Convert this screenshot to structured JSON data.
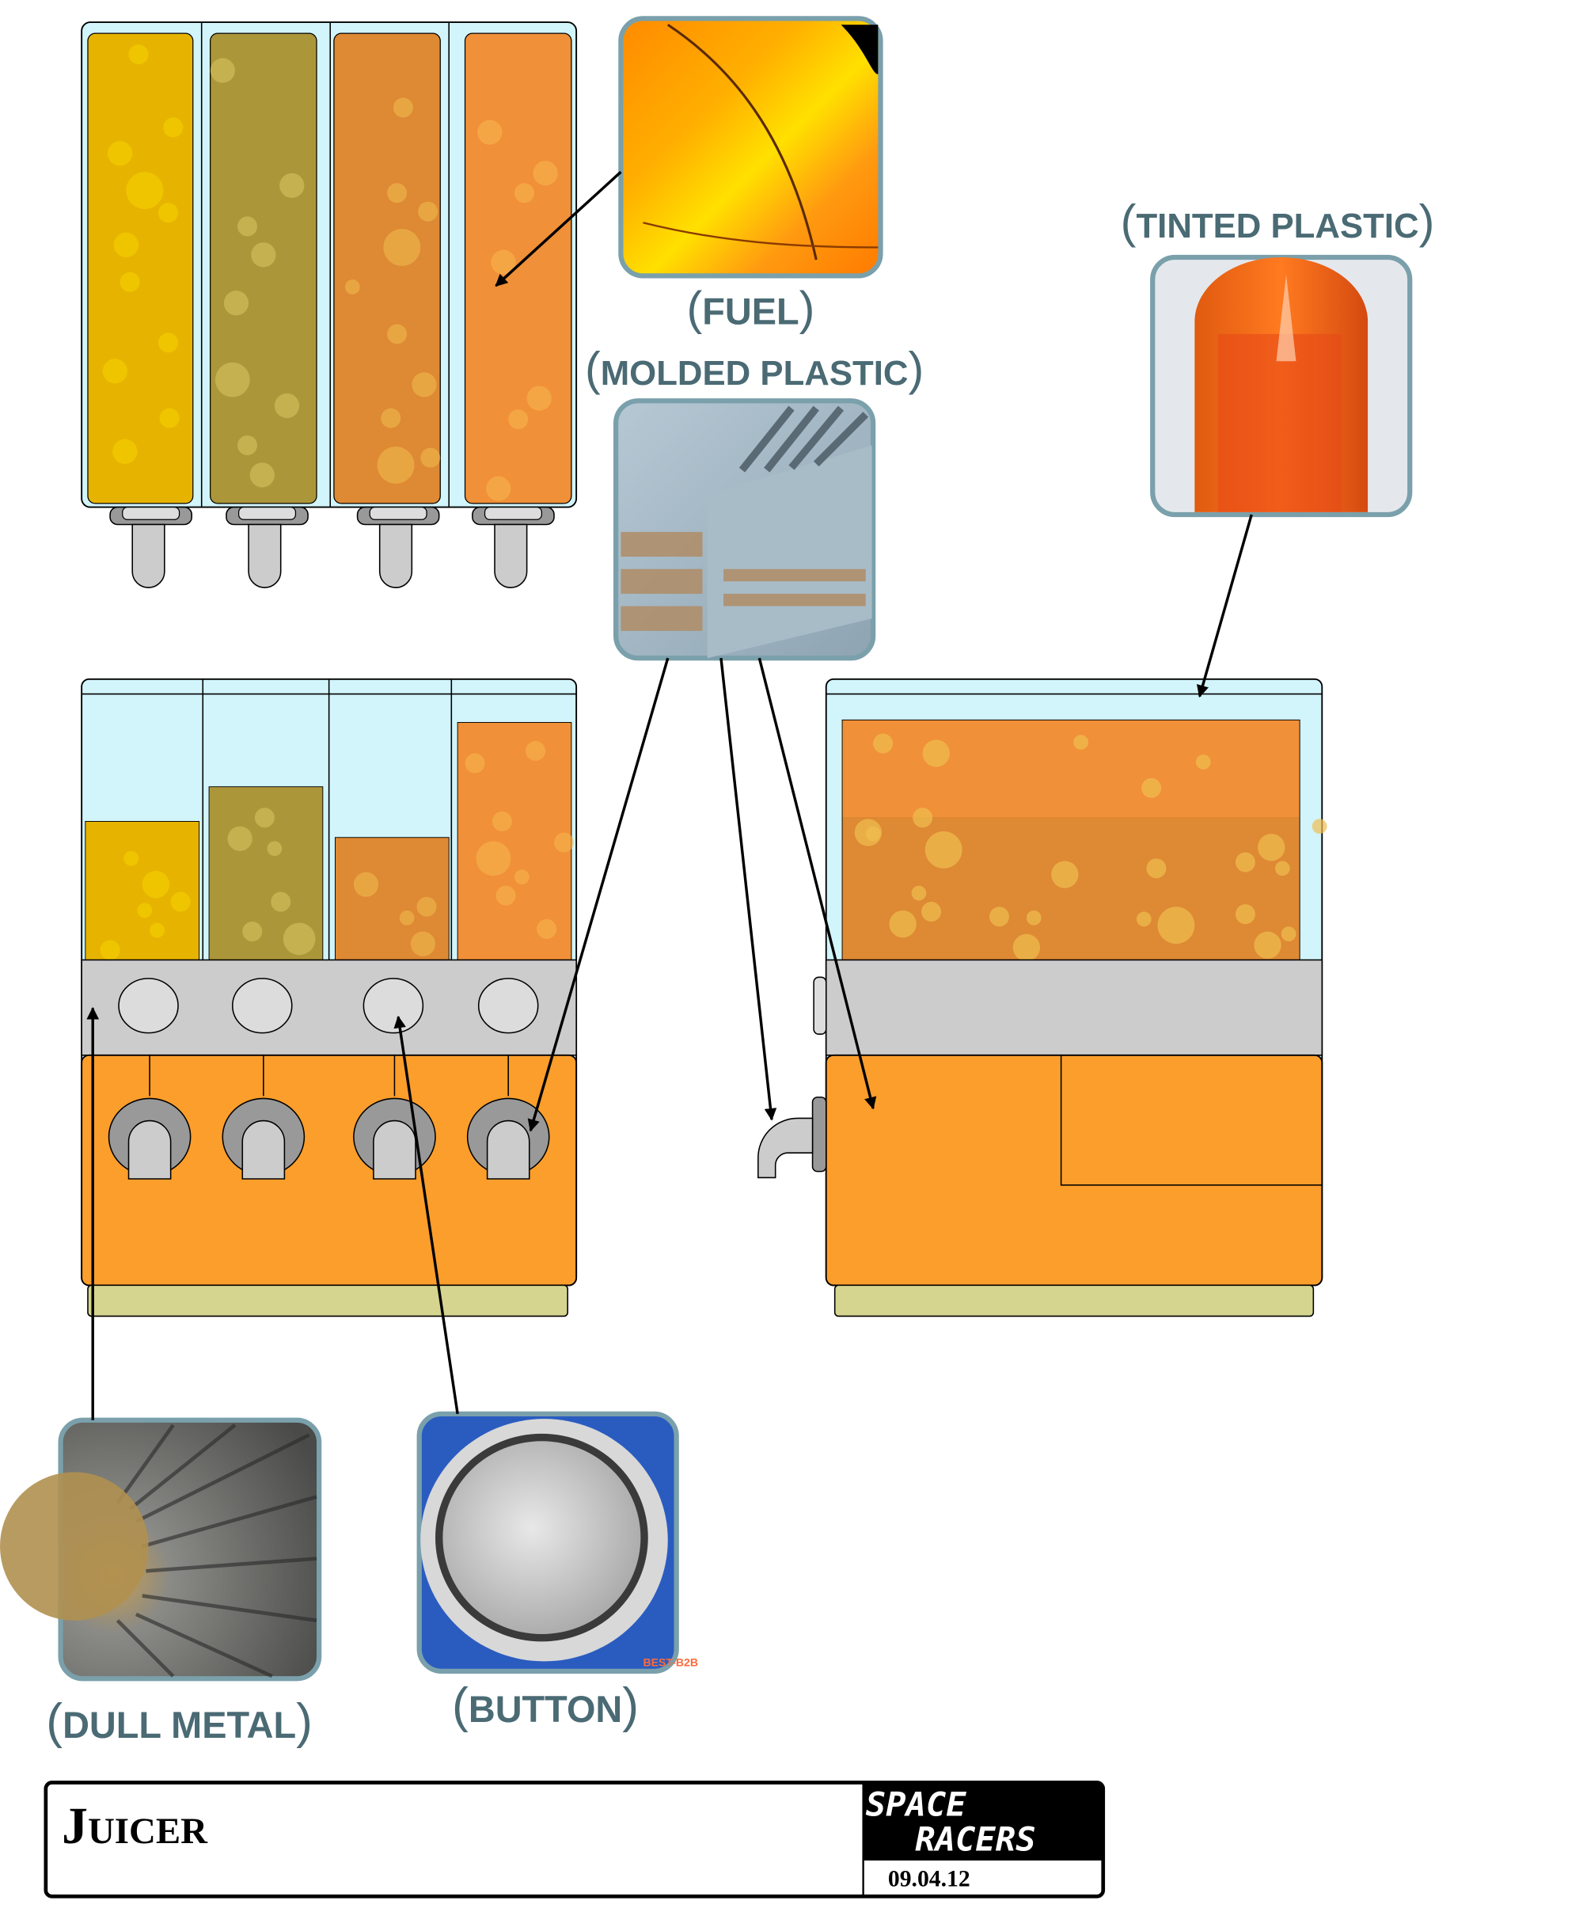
{
  "colors": {
    "tank_glass": "#d2f4fb",
    "juice_yellow": "#e6b400",
    "juice_olive": "#ac963a",
    "juice_orange_dark": "#de8934",
    "juice_orange": "#f09038",
    "body_orange": "#fc9e2b",
    "control_band": "#cccccc",
    "base": "#d5d590",
    "label_text": "#4a6a74",
    "swatch_border": "#7aa0ab"
  },
  "materials": [
    {
      "id": "fuel",
      "label": "FUEL"
    },
    {
      "id": "molded-plastic",
      "label": "MOLDED PLASTIC"
    },
    {
      "id": "tinted-plastic",
      "label": "TINTED PLASTIC"
    },
    {
      "id": "dull-metal",
      "label": "DULL METAL"
    },
    {
      "id": "button",
      "label": "BUTTON"
    }
  ],
  "views": {
    "top": "top-view",
    "front": "front-view",
    "side": "side-view"
  },
  "front_tank_fill_levels": [
    0.52,
    0.66,
    0.46,
    0.88
  ],
  "title_block": {
    "title_first": "J",
    "title_rest": "UICER",
    "logo_line1": "SPACE",
    "logo_line2": "RACERS",
    "date": "09.04.12"
  },
  "swatch_watermark": "BEST-B2B"
}
